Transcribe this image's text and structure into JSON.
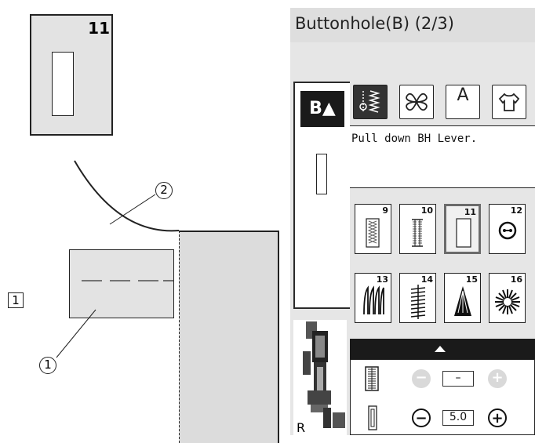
{
  "illustration": {
    "pattern_card_number": "11",
    "callout_1": "1",
    "callout_2": "2",
    "step_box": "1"
  },
  "screen": {
    "title": "Buttonhole(B) (2/3)",
    "mode_badge": "B▲",
    "message": "Pull down BH Lever.",
    "tool_icons": {
      "stitch_adjust": "↓☷",
      "decorative": "ට",
      "letters": "A",
      "clothing": "⌂"
    },
    "patterns": [
      {
        "num": "9"
      },
      {
        "num": "10"
      },
      {
        "num": "11"
      },
      {
        "num": "12"
      },
      {
        "num": "13"
      },
      {
        "num": "14"
      },
      {
        "num": "15"
      },
      {
        "num": "16"
      }
    ],
    "selected_pattern": "11",
    "foot_label": "R",
    "settings": {
      "width": {
        "minus": "−",
        "value": "–",
        "plus": "+"
      },
      "length": {
        "minus": "−",
        "value": "5.0",
        "plus": "+"
      }
    }
  }
}
